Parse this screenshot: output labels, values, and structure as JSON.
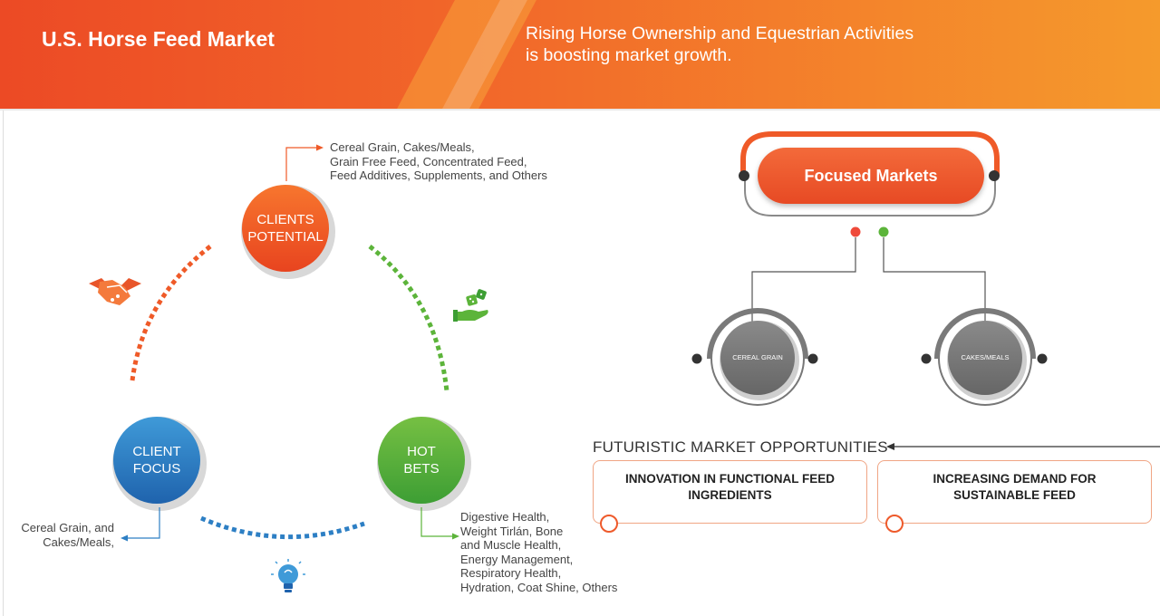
{
  "header": {
    "title": "U.S. Horse Feed Market",
    "subtitle_line1": "Rising Horse Ownership and Equestrian Activities",
    "subtitle_line2": "is boosting market growth."
  },
  "cycle": {
    "clients_potential": {
      "line1": "CLIENTS",
      "line2": "POTENTIAL",
      "note": [
        "Cereal Grain, Cakes/Meals,",
        "Grain Free Feed, Concentrated Feed,",
        "Feed Additives, Supplements, and Others"
      ]
    },
    "client_focus": {
      "line1": "CLIENT",
      "line2": "FOCUS",
      "note": [
        "Cereal Grain, and",
        "Cakes/Meals,"
      ]
    },
    "hot_bets": {
      "line1": "HOT",
      "line2": "BETS",
      "note": [
        "Digestive Health,",
        "Weight Tirlán, Bone",
        "and Muscle Health,",
        "Energy Management,",
        "Respiratory Health,",
        "Hydration, Coat Shine, Others"
      ]
    }
  },
  "focused_markets": {
    "title": "Focused Markets",
    "items": [
      "CEREAL GRAIN",
      "CAKES/MEALS"
    ]
  },
  "opportunities": {
    "title": "FUTURISTIC MARKET OPPORTUNITIES",
    "items": [
      {
        "line1": "INNOVATION IN FUNCTIONAL FEED",
        "line2": "INGREDIENTS"
      },
      {
        "line1": "INCREASING DEMAND FOR",
        "line2": "SUSTAINABLE FEED"
      }
    ]
  },
  "icons": [
    "handshake-icon",
    "dice-hand-icon",
    "lightbulb-icon"
  ],
  "colors": {
    "orange": "#ef5a28",
    "green": "#5cb43a",
    "blue": "#2d7fc4",
    "gray": "#7a7a7a"
  }
}
